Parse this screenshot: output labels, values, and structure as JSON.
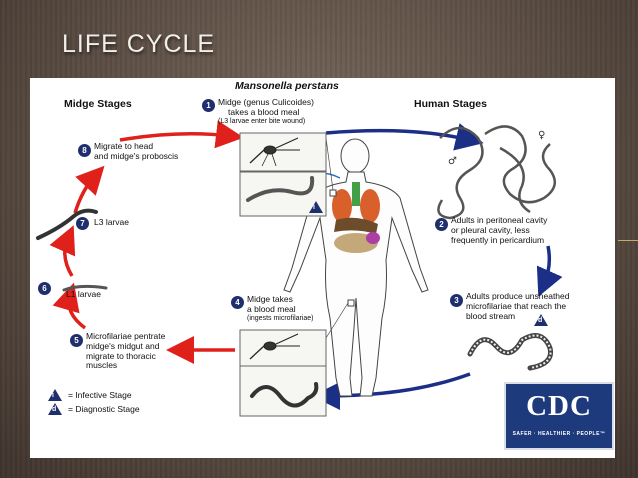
{
  "slide": {
    "title": "LIFE CYCLE"
  },
  "diagram": {
    "title": "Mansonella perstans",
    "midge_header": "Midge Stages",
    "human_header": "Human Stages",
    "steps": [
      {
        "num": "1",
        "line1": "Midge (genus Culicoides)",
        "line2": "takes a blood meal",
        "line3": "(L3 larvae enter bite wound)"
      },
      {
        "num": "2",
        "line1": "Adults in peritoneal cavity",
        "line2": "or pleural cavity, less",
        "line3": "frequently in pericardium"
      },
      {
        "num": "3",
        "line1": "Adults produce unsheathed",
        "line2": "microfilariae that reach the",
        "line3": "blood stream"
      },
      {
        "num": "4",
        "line1": "Midge takes",
        "line2": "a blood meal",
        "line3": "(ingests microfilariae)"
      },
      {
        "num": "5",
        "line1": "Microfilariae pentrate",
        "line2": "midge's midgut and",
        "line3": "migrate to thoracic",
        "line4": "muscles"
      },
      {
        "num": "6",
        "line1": "L1 larvae"
      },
      {
        "num": "7",
        "line1": "L3 larvae"
      },
      {
        "num": "8",
        "line1": "Migrate to head",
        "line2": "and midge's proboscis"
      }
    ],
    "legend": {
      "infective_symbol": "i",
      "infective_label": "= Infective Stage",
      "diagnostic_symbol": "d",
      "diagnostic_label": "= Diagnostic Stage"
    },
    "logo": {
      "text": "CDC",
      "tagline": "SAFER · HEALTHIER · PEOPLE™"
    },
    "colors": {
      "midge_arrow": "#e0201b",
      "human_arrow": "#1b2f86",
      "badge": "#1f2f6e"
    }
  }
}
